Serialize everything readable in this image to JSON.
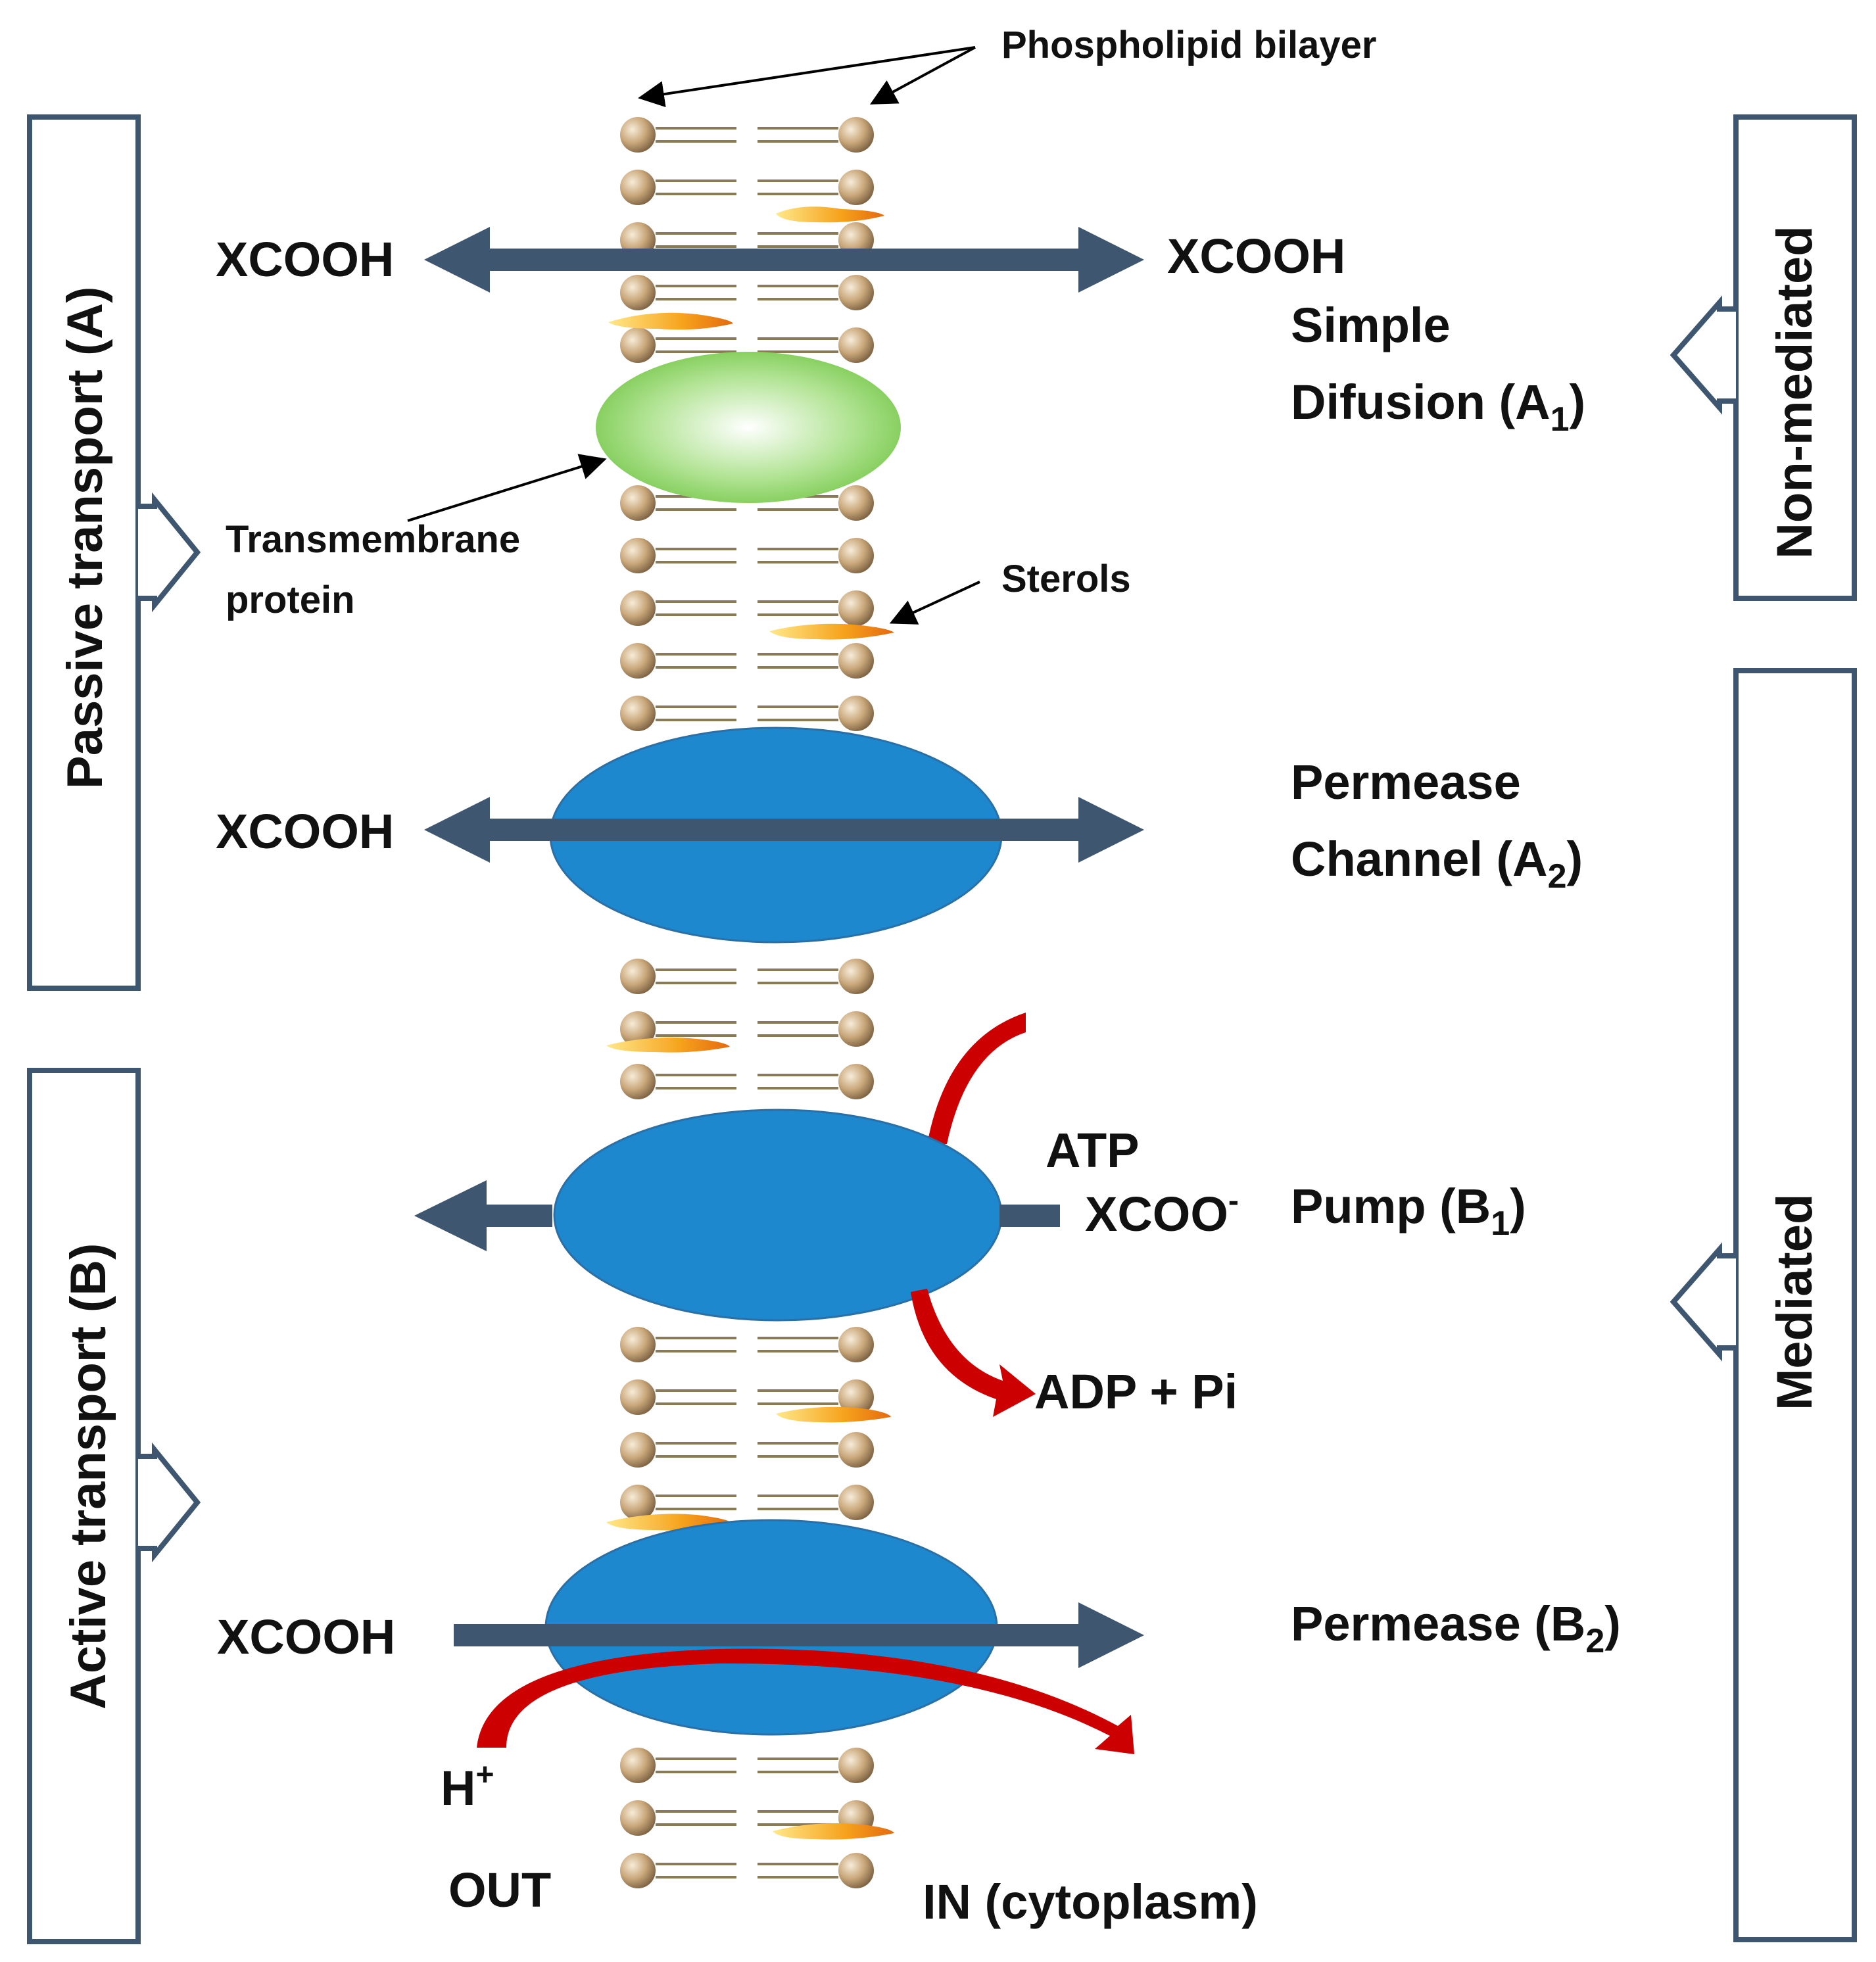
{
  "labels": {
    "bilayer": "Phospholipid bilayer",
    "transmembrane": [
      "Transmembrane",
      "protein"
    ],
    "sterols": "Sterols",
    "passive": "Passive transport (A)",
    "active": "Active transport (B)",
    "non_mediated": "Non-mediated",
    "mediated": "Mediated",
    "out": "OUT",
    "in": "IN (cytoplasm)"
  },
  "mechanisms": {
    "simple": {
      "line1": "Simple",
      "line2": "Difusion (A",
      "sub": "1",
      "close": ")"
    },
    "channel": {
      "line1": "Permease",
      "line2": "Channel (A",
      "sub": "2",
      "close": ")"
    },
    "pump": {
      "line1": "Pump (B",
      "sub": "1",
      "close": ")"
    },
    "permease": {
      "line1": "Permease (B",
      "sub": "2",
      "close": ")"
    }
  },
  "molecules": {
    "xcooh": "XCOOH",
    "xcoo": "XCOO",
    "xcoo_sup": "-",
    "atp": "ATP",
    "adp": "ADP + Pi",
    "h": "H",
    "h_sup": "+"
  },
  "colors": {
    "arrow": "#3f5670",
    "protein": "#1e88cf",
    "protein_green": "#8fd26a",
    "head": "#c9a77a",
    "tail": "#8a7a5a",
    "sterol": "#f4a020",
    "red": "#cc0000",
    "box_border": "#3f5670"
  }
}
